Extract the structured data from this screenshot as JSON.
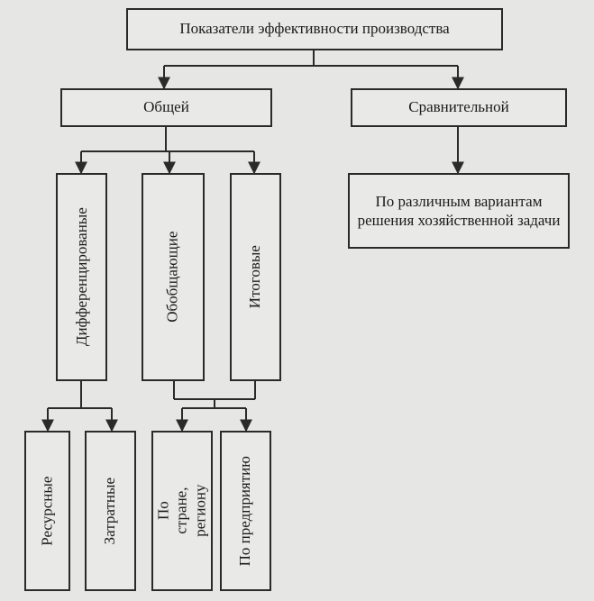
{
  "diagram": {
    "root": {
      "label": "Показатели эффективности производства"
    },
    "general": {
      "label": "Общей"
    },
    "comparative": {
      "label": "Сравнительной"
    },
    "differentiated": {
      "label": "Дифференцированые"
    },
    "generalizing": {
      "label": "Обобщающие"
    },
    "final": {
      "label": "Итоговые"
    },
    "variants": {
      "label": "По различным вариантам решения хозяйственной задачи"
    },
    "resource": {
      "label": "Ресурсные"
    },
    "cost": {
      "label": "Затратные"
    },
    "country": {
      "label": "По стране, региону"
    },
    "enterprise": {
      "label": "По предприятию"
    }
  },
  "colors": {
    "background": "#e6e6e4",
    "line": "#2a2a2a"
  }
}
